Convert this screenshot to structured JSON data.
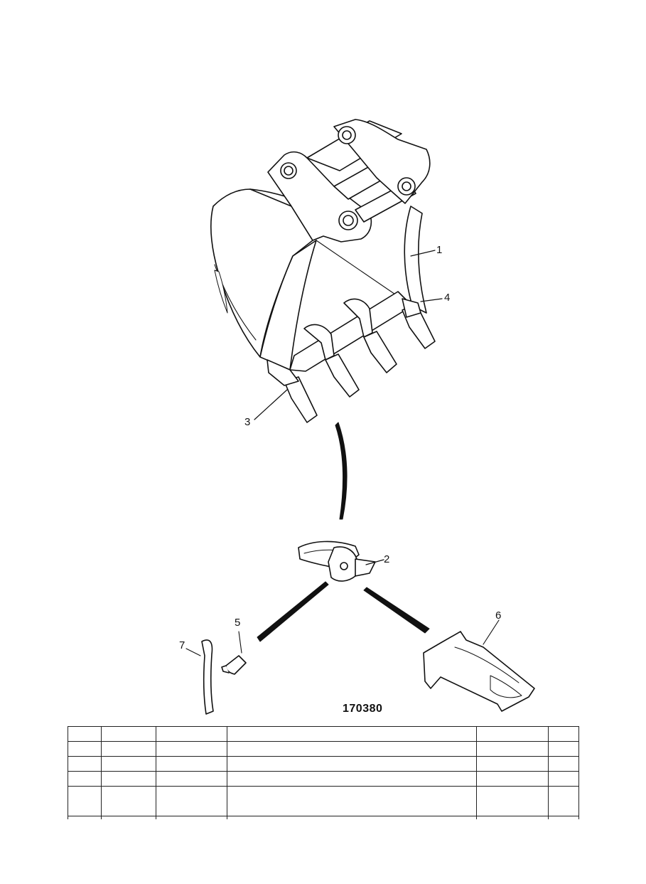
{
  "figure": {
    "number": "170380",
    "callouts": [
      "1",
      "2",
      "3",
      "4",
      "5",
      "6",
      "7"
    ],
    "parts": {
      "1": "bucket",
      "2": "tooth-adaptor",
      "3": "side-cutter-left",
      "4": "side-cutter-right",
      "5": "retaining-pin",
      "6": "tooth",
      "7": "retaining-spring-strip"
    }
  },
  "table": {
    "columns": 6,
    "rows": [
      [
        "",
        "",
        "",
        "",
        "",
        ""
      ],
      [
        "",
        "",
        "",
        "",
        "",
        ""
      ],
      [
        "",
        "",
        "",
        "",
        "",
        ""
      ],
      [
        "",
        "",
        "",
        "",
        "",
        ""
      ],
      [
        "",
        "",
        "",
        "",
        "",
        ""
      ],
      [
        "",
        "",
        "",
        "",
        "",
        ""
      ]
    ]
  },
  "colors": {
    "ink": "#111111",
    "paper": "#ffffff"
  }
}
